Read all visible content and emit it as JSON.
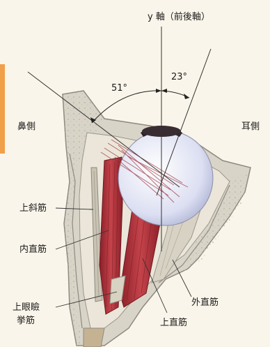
{
  "labels": {
    "axis": "y 軸（前後軸）",
    "angle_left": "51°",
    "angle_right": "23°",
    "nasal": "鼻側",
    "temporal": "耳側",
    "superior_oblique": "上斜筋",
    "medial_rectus": "内直筋",
    "levator_1": "上眼瞼",
    "levator_2": "挙筋",
    "lateral_rectus": "外直筋",
    "superior_rectus": "上直筋"
  },
  "colors": {
    "background": "#faf5ea",
    "side_tab": "#f1a04a",
    "bone": "#d9d4c8",
    "bone_edge": "#8f8a80",
    "muscle": "#b2303a",
    "muscle_dark": "#7a1e25",
    "eyeball": "#e4e6f4",
    "pupil": "#2c2226"
  }
}
